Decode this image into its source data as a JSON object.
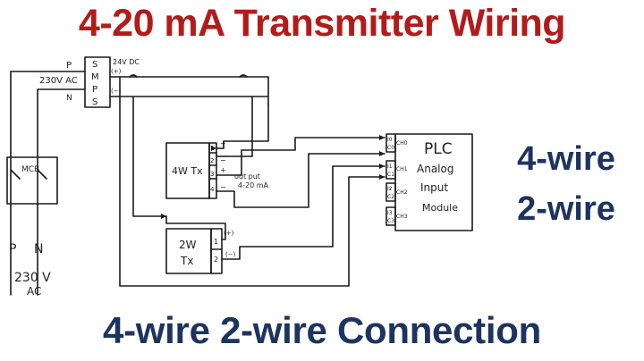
{
  "colors": {
    "title_red": "#b31b1b",
    "navy": "#1d3461",
    "ink": "#1a1a1a"
  },
  "title_top": "4-20 mA Transmitter Wiring",
  "title_bottom": "4-wire 2-wire Connection",
  "side_label_1": "4-wire",
  "side_label_2": "2-wire",
  "diagram": {
    "p_top": "P",
    "n_top": "N",
    "ac_top": "230V AC",
    "smps": [
      "S",
      "M",
      "P",
      "S"
    ],
    "dc_label": "24V DC",
    "plus": "(+)",
    "minus": "(−)",
    "mcb": "MCB",
    "p_bottom": "P",
    "n_bottom": "N",
    "ac_bottom_1": "230 V",
    "ac_bottom_2": "AC",
    "tx4": "4W Tx",
    "tx4_terminals": [
      "1",
      "2",
      "3",
      "4"
    ],
    "tx4_signs": [
      "+",
      "−",
      "+",
      "−"
    ],
    "output_1": "out put",
    "output_2": "4-20 mA",
    "tx2_1": "2W",
    "tx2_2": "Tx",
    "tx2_terminals": [
      "1",
      "2"
    ],
    "tx2_signs": [
      "(+)",
      "(−)"
    ],
    "plc_1": "PLC",
    "plc_2": "Analog",
    "plc_3": "Input",
    "plc_4": "Module",
    "channels": [
      "CH0",
      "CH1",
      "CH2",
      "CH3"
    ],
    "channel_terminals": [
      [
        "I0",
        "C0"
      ],
      [
        "I1",
        "C1"
      ],
      [
        "I2",
        "C2"
      ],
      [
        "I3",
        "C3"
      ]
    ]
  }
}
